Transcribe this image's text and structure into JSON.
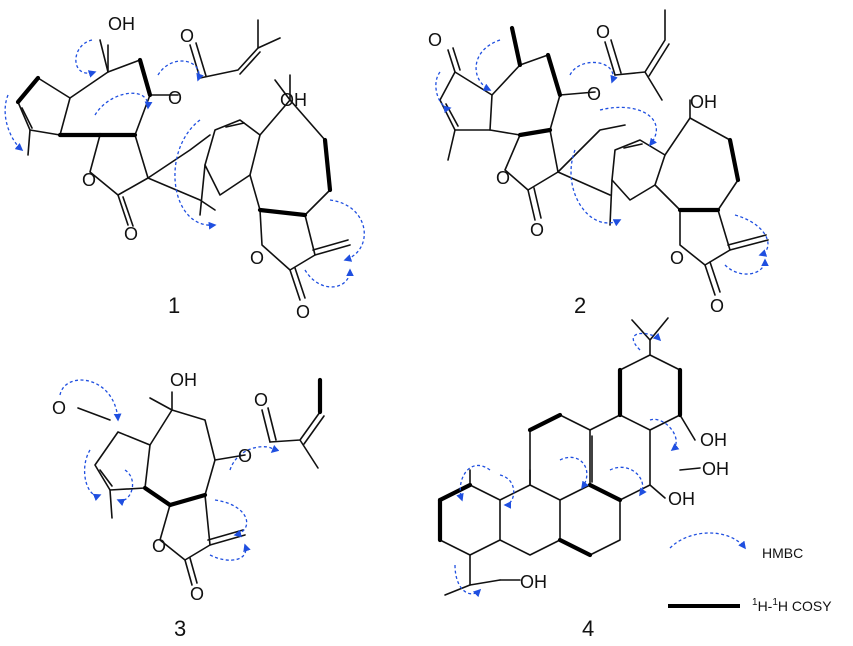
{
  "compounds": [
    {
      "number": "1"
    },
    {
      "number": "2"
    },
    {
      "number": "3"
    },
    {
      "number": "4"
    }
  ],
  "atoms": {
    "oh": "OH",
    "o": "O"
  },
  "legend": {
    "hmbc_label": "HMBC",
    "cosy_sup1": "1",
    "cosy_h1": "H-",
    "cosy_sup2": "1",
    "cosy_h2": "H COSY"
  },
  "colors": {
    "hmbc_arrow": "#1f4fe0",
    "bond": "#111111"
  }
}
